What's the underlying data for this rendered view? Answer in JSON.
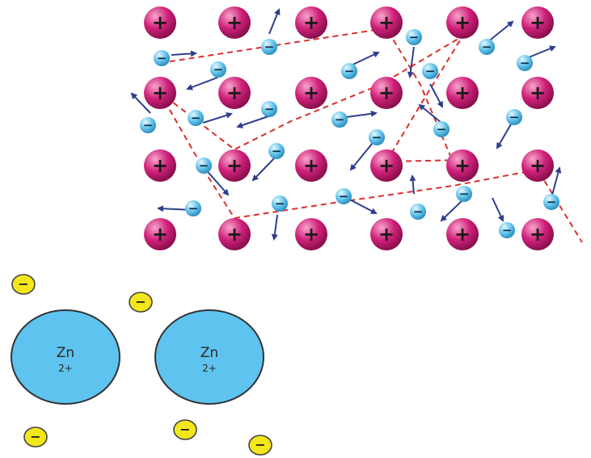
{
  "lattice": {
    "cation_sign": "+",
    "electron_sign": "−",
    "colors": {
      "cation_fill": "#d0217a",
      "cation_highlight": "#f7a6cc",
      "electron_fill": "#5fc2ea",
      "electron_highlight": "#e6f7ff",
      "path_line": "#d9302c",
      "arrow": "#2e3f8c"
    }
  },
  "zinc": {
    "ions": [
      {
        "symbol": "Zn",
        "charge": "2+"
      },
      {
        "symbol": "Zn",
        "charge": "2+"
      }
    ],
    "electron_sign": "−",
    "colors": {
      "ion_fill": "#5ec3ee",
      "ion_stroke": "#333333",
      "electron_fill": "#f3e61a",
      "electron_stroke": "#444444"
    }
  }
}
